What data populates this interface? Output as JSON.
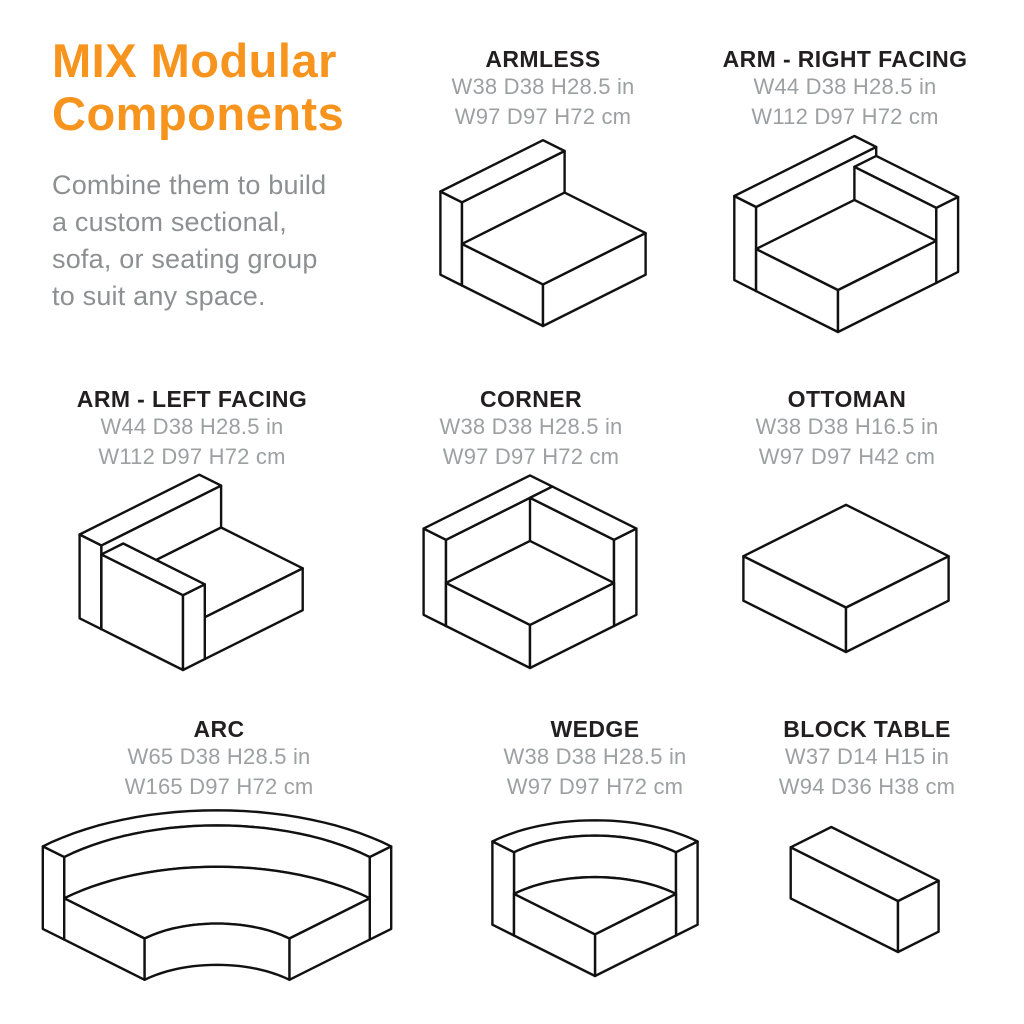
{
  "header": {
    "title_line1": "MIX Modular",
    "title_line2": "Components",
    "subtitle_lines": [
      "Combine them to build",
      "a custom sectional,",
      "sofa, or seating group",
      "to suit any space."
    ]
  },
  "components": [
    {
      "id": "armless",
      "name": "ARMLESS",
      "dim_in": "W38 D38 H28.5 in",
      "dim_cm": "W97 D97 H72 cm"
    },
    {
      "id": "arm-right",
      "name": "ARM - RIGHT FACING",
      "dim_in": "W44 D38 H28.5 in",
      "dim_cm": "W112 D97 H72 cm"
    },
    {
      "id": "arm-left",
      "name": "ARM - LEFT FACING",
      "dim_in": "W44 D38 H28.5 in",
      "dim_cm": "W112 D97 H72 cm"
    },
    {
      "id": "corner",
      "name": "CORNER",
      "dim_in": "W38 D38 H28.5 in",
      "dim_cm": "W97 D97 H72 cm"
    },
    {
      "id": "ottoman",
      "name": "OTTOMAN",
      "dim_in": "W38 D38 H16.5 in",
      "dim_cm": "W97 D97 H42 cm"
    },
    {
      "id": "arc",
      "name": "ARC",
      "dim_in": "W65 D38 H28.5 in",
      "dim_cm": "W165 D97 H72 cm"
    },
    {
      "id": "wedge",
      "name": "WEDGE",
      "dim_in": "W38 D38 H28.5 in",
      "dim_cm": "W97 D97 H72 cm"
    },
    {
      "id": "block-table",
      "name": "BLOCK TABLE",
      "dim_in": "W37 D14 H15 in",
      "dim_cm": "W94 D36 H38 cm"
    }
  ],
  "style": {
    "accent_orange": "#F7941E",
    "heading_color": "#231F20",
    "dim_text_color": "#9DA0A2",
    "subtitle_color": "#8D9092",
    "line_color": "#111111",
    "background": "#ffffff"
  }
}
